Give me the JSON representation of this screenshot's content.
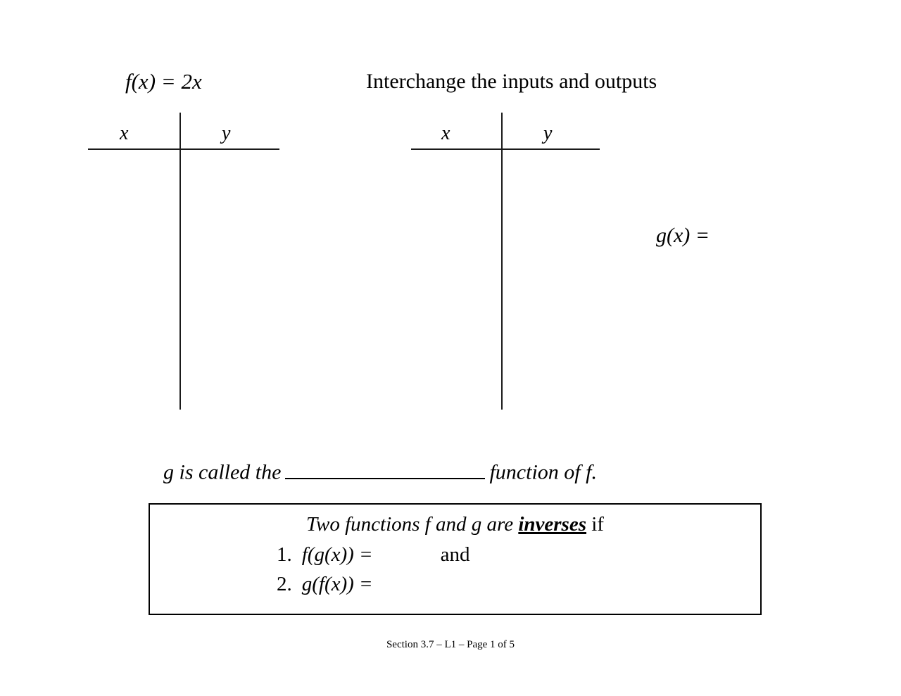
{
  "document": {
    "background_color": "#ffffff",
    "ink_color": "#000000"
  },
  "equations": {
    "f_definition": "f(x) = 2x",
    "g_definition": "g(x) ="
  },
  "heading": {
    "interchange": "Interchange the inputs and outputs"
  },
  "tables": {
    "left": {
      "name": "f-table",
      "columns": [
        "x",
        "y"
      ],
      "rows": []
    },
    "right": {
      "name": "g-table",
      "columns": [
        "x",
        "y"
      ],
      "rows": []
    }
  },
  "called_sentence": {
    "before": "g is called the",
    "blank": "",
    "after": "function of f."
  },
  "definition": {
    "title_before": "Two functions f and g are",
    "title_emphasis": "inverses",
    "title_after": "if",
    "items": [
      {
        "number": "1.",
        "expression": "f(g(x)) =",
        "suffix": "and"
      },
      {
        "number": "2.",
        "expression": "g(f(x)) =",
        "suffix": ""
      }
    ]
  },
  "footer": {
    "text": "Section 3.7 – L1 – Page 1 of 5"
  }
}
